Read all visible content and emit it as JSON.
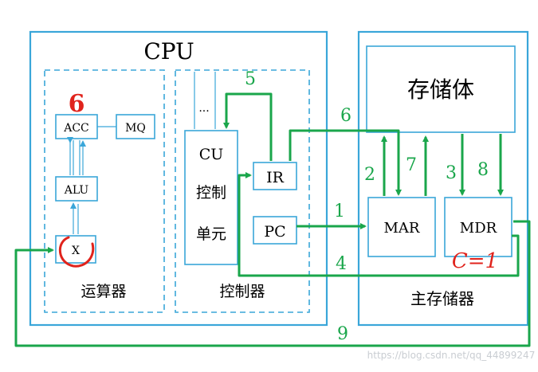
{
  "cpu": {
    "title": "CPU",
    "alu_section": {
      "label": "运算器",
      "acc": "ACC",
      "mq": "MQ",
      "alu": "ALU",
      "x": "X"
    },
    "control_section": {
      "label": "控制器",
      "cu_line1": "CU",
      "cu_line2": "控制",
      "cu_line3": "单元",
      "ellipsis": "...",
      "ir": "IR",
      "pc": "PC"
    }
  },
  "memory": {
    "label": "主存储器",
    "storage": "存储体",
    "mar": "MAR",
    "mdr": "MDR"
  },
  "steps": {
    "s1": "1",
    "s2": "2",
    "s3": "3",
    "s4": "4",
    "s5": "5",
    "s6": "6",
    "s7": "7",
    "s8": "8",
    "s9": "9"
  },
  "annotations": {
    "acc_number": "6",
    "mdr_note": "C=1"
  },
  "watermark": "https://blog.csdn.net/qq_44899247",
  "colors": {
    "box_border": "#3aa6d9",
    "arrow": "#1aa64b",
    "handwriting": "#e0231c"
  }
}
